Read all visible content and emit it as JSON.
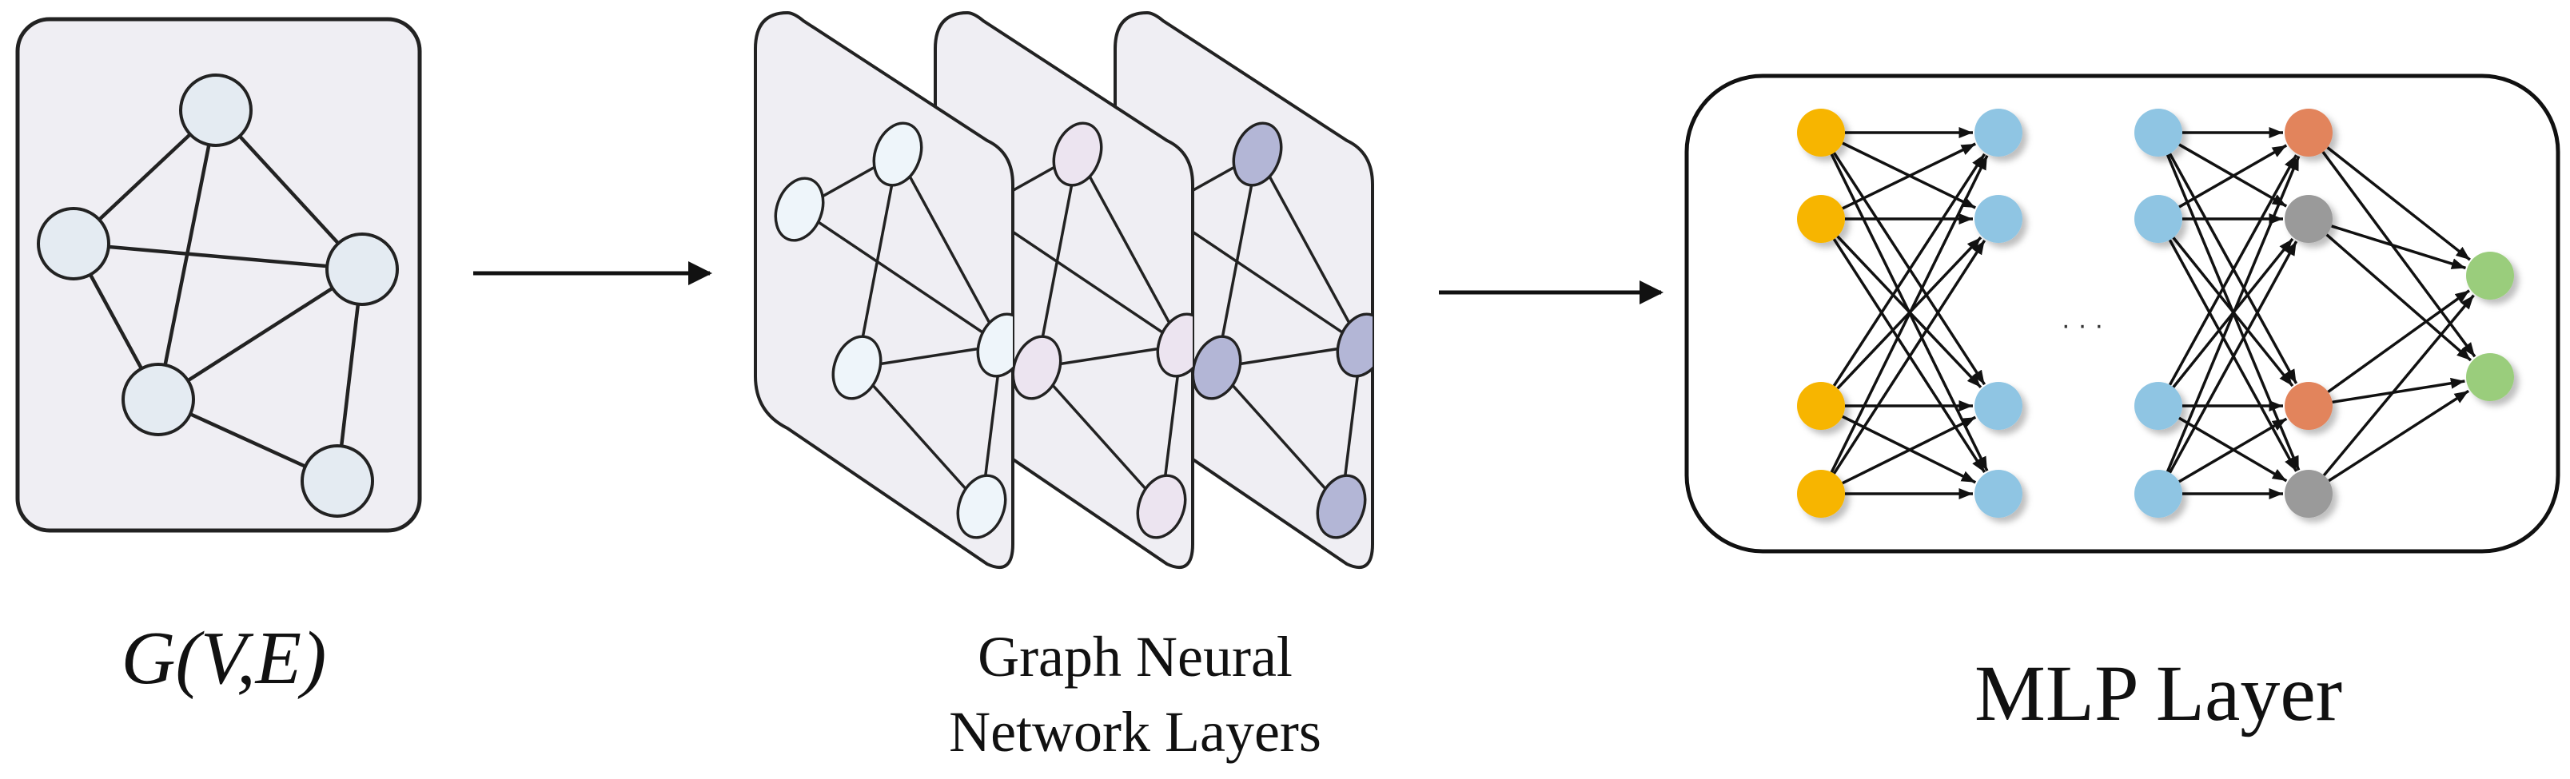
{
  "input_graph": {
    "caption": "G(V,E)",
    "node_fill": "#e4ebf2"
  },
  "gnn_stack": {
    "caption_line1": "Graph Neural",
    "caption_line2": "Network Layers",
    "layer_node_fills": [
      "#eef5fa",
      "#ece4f0",
      "#b3b6d6"
    ]
  },
  "mlp_block": {
    "caption": "MLP Layer",
    "ellipsis": "· · ·",
    "colors": {
      "input": "#f7b500",
      "hidden": "#8fc5e3",
      "orange": "#e2845b",
      "gray": "#9a9a9a",
      "output": "#9acd7b"
    }
  }
}
